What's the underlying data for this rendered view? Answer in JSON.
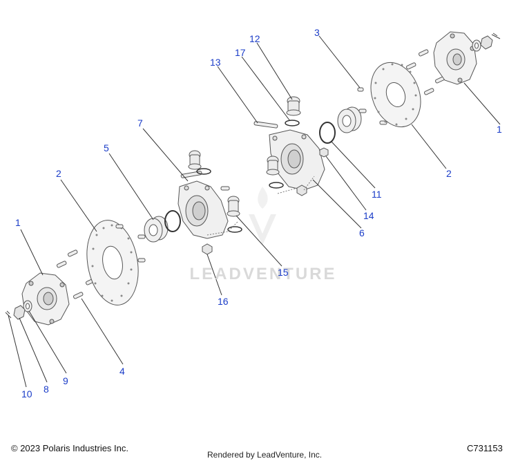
{
  "callouts": [
    {
      "id": "c1a",
      "text": "1"
    },
    {
      "id": "c1b",
      "text": "1"
    },
    {
      "id": "c2a",
      "text": "2"
    },
    {
      "id": "c2b",
      "text": "2"
    },
    {
      "id": "c3",
      "text": "3"
    },
    {
      "id": "c4",
      "text": "4"
    },
    {
      "id": "c5",
      "text": "5"
    },
    {
      "id": "c6",
      "text": "6"
    },
    {
      "id": "c7",
      "text": "7"
    },
    {
      "id": "c8",
      "text": "8"
    },
    {
      "id": "c9",
      "text": "9"
    },
    {
      "id": "c10",
      "text": "10"
    },
    {
      "id": "c11",
      "text": "11"
    },
    {
      "id": "c12",
      "text": "12"
    },
    {
      "id": "c13",
      "text": "13"
    },
    {
      "id": "c14",
      "text": "14"
    },
    {
      "id": "c15",
      "text": "15"
    },
    {
      "id": "c16",
      "text": "16"
    },
    {
      "id": "c17",
      "text": "17"
    }
  ],
  "watermark": "LEADVENTURE",
  "footer": {
    "copyright": "© 2023 Polaris Industries Inc.",
    "rendered_by": "Rendered by LeadVenture, Inc.",
    "drawing_id": "C731153"
  },
  "colors": {
    "callout": "#1a3cc8",
    "line": "#333333",
    "part_stroke": "#555555"
  }
}
